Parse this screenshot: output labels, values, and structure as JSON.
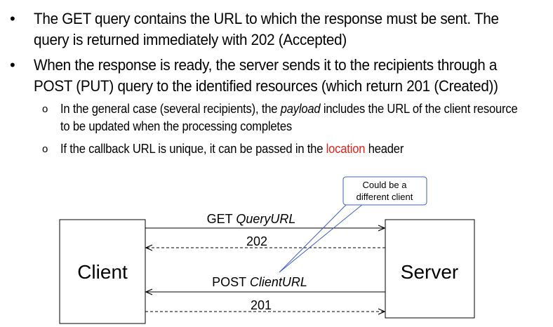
{
  "bullets": [
    {
      "symbol": "•",
      "text": "The GET query contains the URL to which the response must be sent. The query is returned immediately with 202 (Accepted)"
    },
    {
      "symbol": "•",
      "text": "When the response is ready, the server sends it to the recipients through a POST (PUT) query to the identified resources (which return 201 (Created))"
    }
  ],
  "sub_bullets": [
    {
      "symbol": "o",
      "text_before": "In the general case (several recipients), the ",
      "text_italic": "payload",
      "text_after": " includes the URL of the client resource to be updated when the processing completes"
    },
    {
      "symbol": "o",
      "text_before": "If the callback URL is unique, it can be passed in the ",
      "text_highlight": "location",
      "text_after": " header"
    }
  ],
  "colors": {
    "highlight": "#e8201a",
    "callout_border": "#3a5fcd",
    "callout_pointer": "#3a5fcd"
  },
  "diagram": {
    "client_label": "Client",
    "server_label": "Server",
    "callout_text_line1": "Could be a",
    "callout_text_line2": "different client",
    "arrows": [
      {
        "direction": "client-to-server",
        "style": "solid",
        "label_plain": "GET ",
        "label_italic": "QueryURL"
      },
      {
        "direction": "server-to-client",
        "style": "dashed",
        "label_plain": "202",
        "label_italic": ""
      },
      {
        "direction": "server-to-client",
        "style": "solid",
        "label_plain": "POST ",
        "label_italic": "ClientURL"
      },
      {
        "direction": "client-to-server",
        "style": "dashed",
        "label_plain": "201",
        "label_italic": ""
      }
    ]
  }
}
